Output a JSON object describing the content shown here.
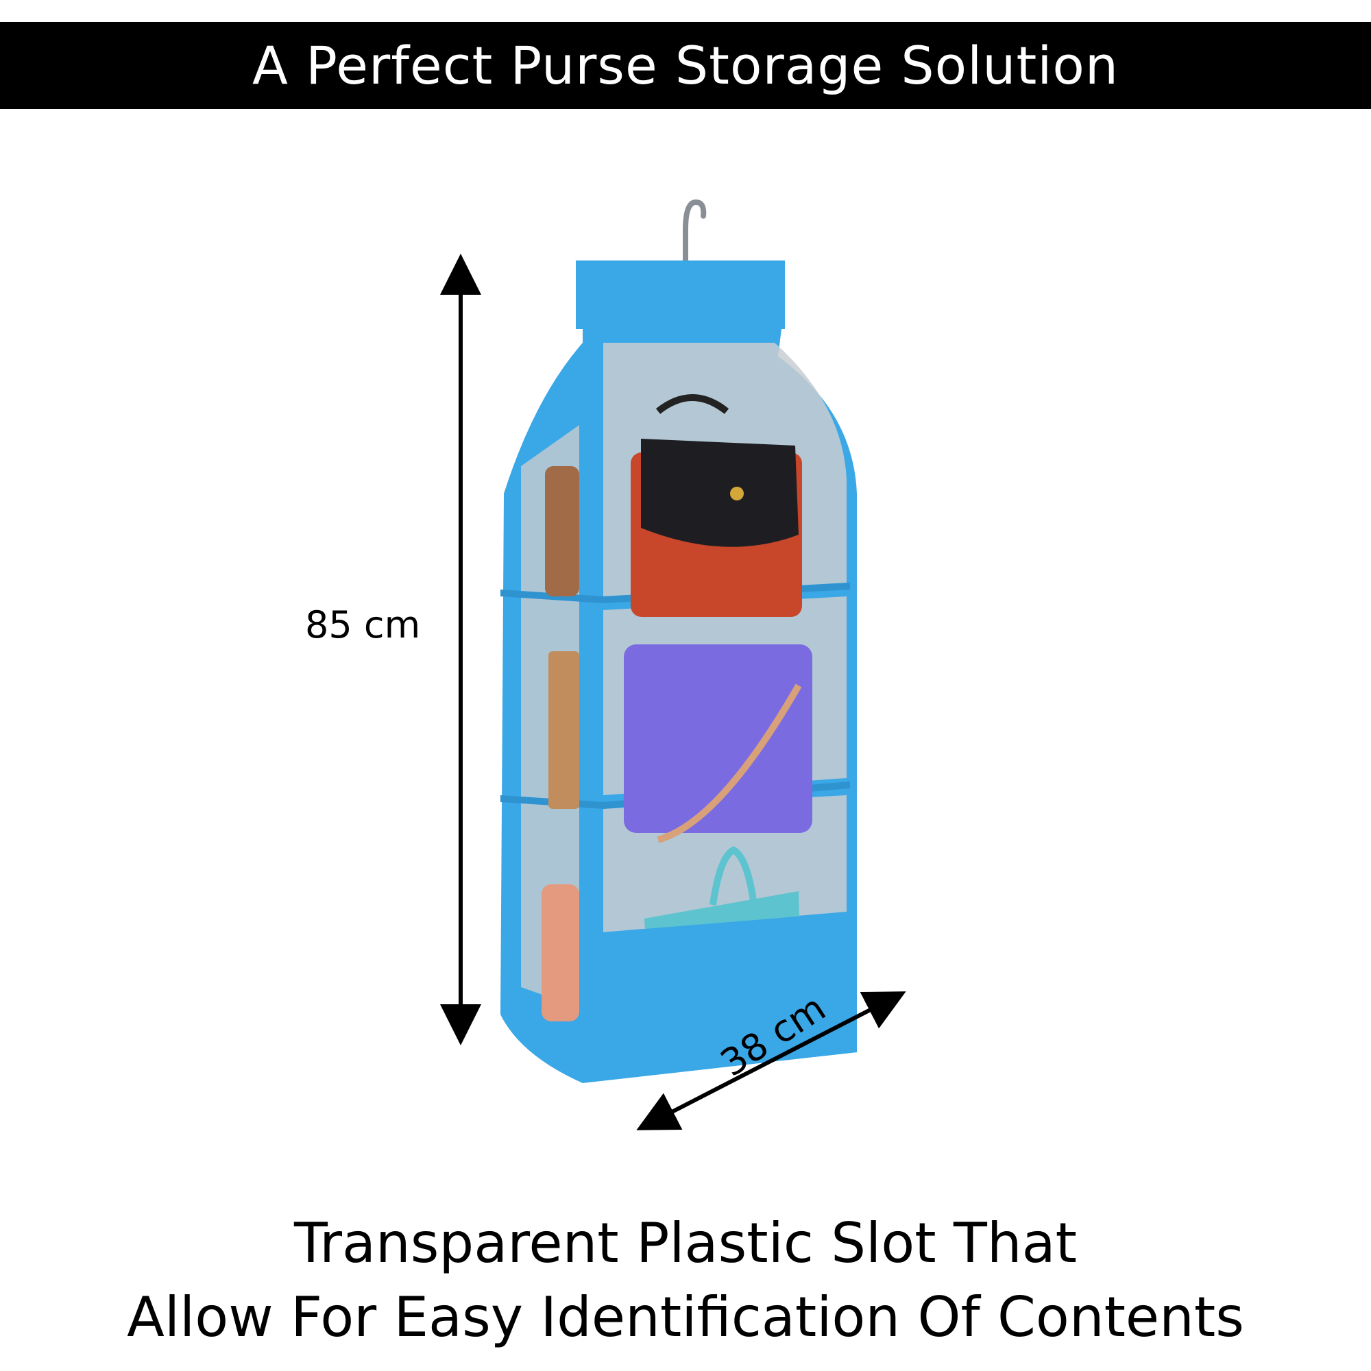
{
  "header": {
    "title": "A Perfect Purse Storage Solution"
  },
  "dimensions": {
    "height_label": "85 cm",
    "width_label": "38 cm"
  },
  "caption": {
    "line1": "Transparent Plastic Slot That",
    "line2": "Allow For Easy Identification Of Contents"
  },
  "colors": {
    "organizer_blue": "#3aa7e6",
    "panel_gray": "#c9cdd1",
    "bag_red": "#c8462a",
    "bag_purple": "#7b6be0",
    "bag_teal": "#5cc3cf",
    "bag_brown": "#a26b47",
    "bag_tan": "#c28d5c",
    "bag_pink": "#e49a7e"
  }
}
